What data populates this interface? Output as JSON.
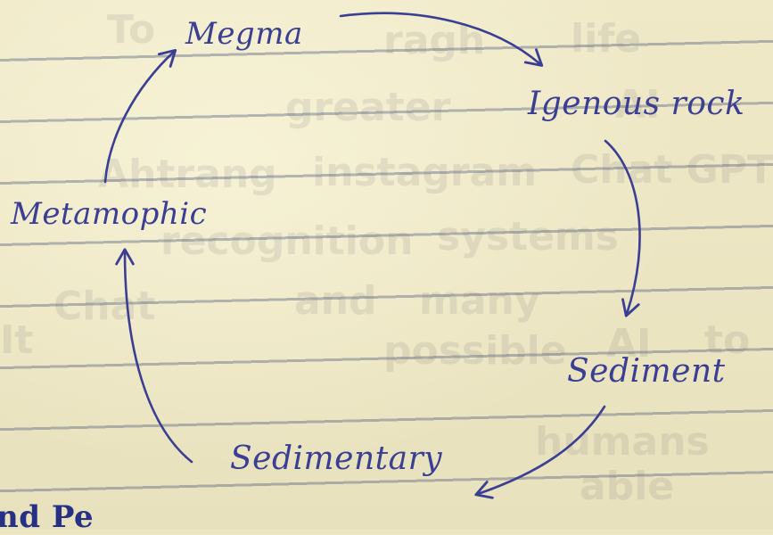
{
  "diagram": {
    "nodes": {
      "magma": "Megma",
      "igneous": "Igenous rock",
      "sediment": "Sediment",
      "sedimentary": "Sedimentary",
      "metamorphic": "Metamophic"
    },
    "edges": [
      {
        "from": "magma",
        "to": "igneous"
      },
      {
        "from": "igneous",
        "to": "sediment"
      },
      {
        "from": "sediment",
        "to": "sedimentary"
      },
      {
        "from": "sedimentary",
        "to": "metamorphic"
      },
      {
        "from": "metamorphic",
        "to": "magma"
      }
    ],
    "ink_color": "#3b3f93",
    "bottom_fragment": "nd Pe"
  }
}
